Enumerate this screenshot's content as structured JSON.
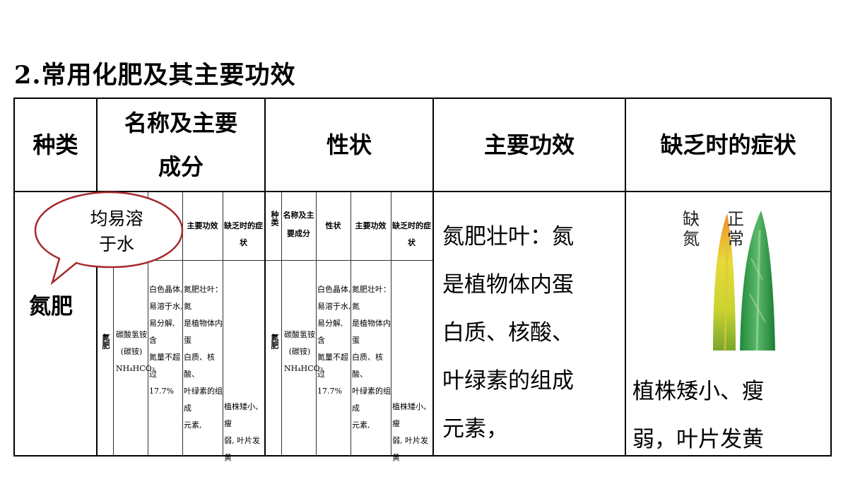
{
  "title": "2.常用化肥及其主要功效",
  "headers": {
    "kind": "种类",
    "name_line1": "名称及主要",
    "name_line2": "成分",
    "property": "性状",
    "effect": "主要功效",
    "symptom": "缺乏时的症状"
  },
  "row": {
    "kind": "氮肥",
    "effect_lines": [
      "氮肥壮叶：氮",
      "是植物体内蛋",
      "白质、核酸、",
      "叶绿素的组成",
      "元素，"
    ],
    "symptom_lines": [
      "植株矮小、瘦",
      "弱，叶片发黄"
    ]
  },
  "callout": {
    "line1": "均易溶",
    "line2": "于水"
  },
  "leaf_labels": {
    "deficient": [
      "缺",
      "氮"
    ],
    "normal": [
      "正",
      "常"
    ]
  },
  "thumbnail": {
    "headers": [
      "种类",
      "名称及主要成分",
      "性状",
      "主要功效",
      "缺乏时的症状"
    ],
    "kind": "氮肥",
    "name_lines": [
      "碳酸氢铵",
      "(碳铵)",
      "NH₄HCO₃"
    ],
    "property_lines": [
      "白色晶体,",
      "易溶于水,",
      "易分解, 含",
      "氮量不超过",
      "17.7%"
    ],
    "effect_lines": [
      "氮肥壮叶：氮",
      "是植物体内蛋",
      "白质、核酸、",
      "叶绿素的组成",
      "元素,"
    ],
    "symptom_lines": [
      "植株矮小、瘦",
      "弱, 叶片发黄"
    ]
  }
}
